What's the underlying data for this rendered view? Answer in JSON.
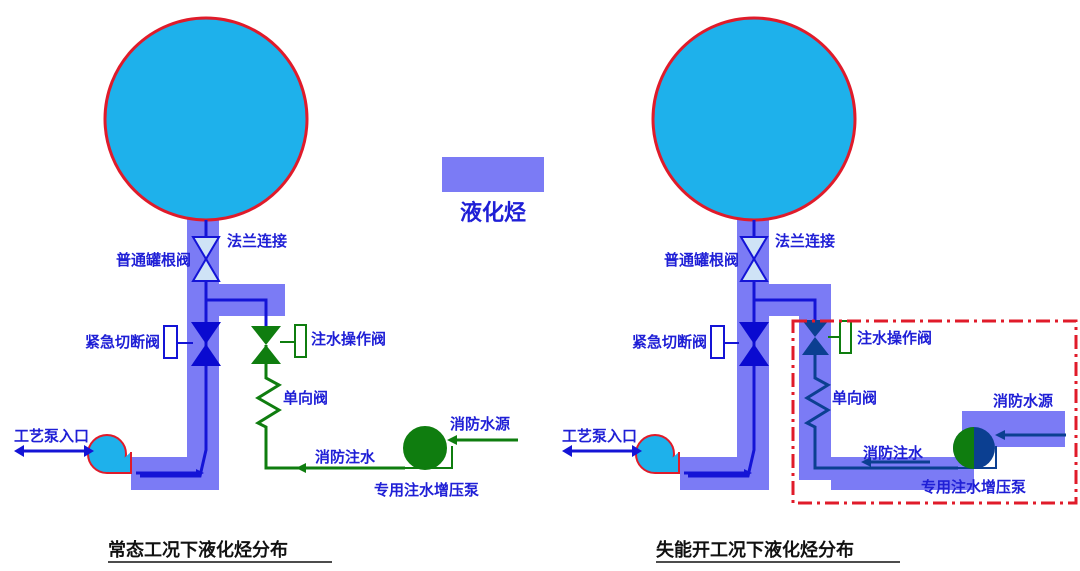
{
  "legend": {
    "label": "液化烃"
  },
  "left": {
    "caption": "常态工况下液化烃分布",
    "flange": "法兰连接",
    "root_valve": "普通罐根阀",
    "esd_valve": "紧急切断阀",
    "inj_valve": "注水操作阀",
    "check_valve": "单向阀",
    "fire_water": "消防注水",
    "water_source": "消防水源",
    "process_pump": "工艺泵入口",
    "booster_pump": "专用注水增压泵"
  },
  "right": {
    "caption": "失能开工况下液化烃分布",
    "flange": "法兰连接",
    "root_valve": "普通罐根阀",
    "esd_valve": "紧急切断阀",
    "inj_valve": "注水操作阀",
    "check_valve": "单向阀",
    "fire_water": "消防注水",
    "water_source": "消防水源",
    "process_pump": "工艺泵入口",
    "booster_pump": "专用注水增压泵"
  },
  "colors": {
    "tank_fill": "#1eb1eb",
    "tank_border": "#e01b2a",
    "hydrocarbon": "#7b7bf5",
    "pipe_blue": "#1414d6",
    "pipe_green": "#0f7d0f",
    "pipe_darkblue": "#0b3f91",
    "highlight_box": "#e01b2a"
  }
}
